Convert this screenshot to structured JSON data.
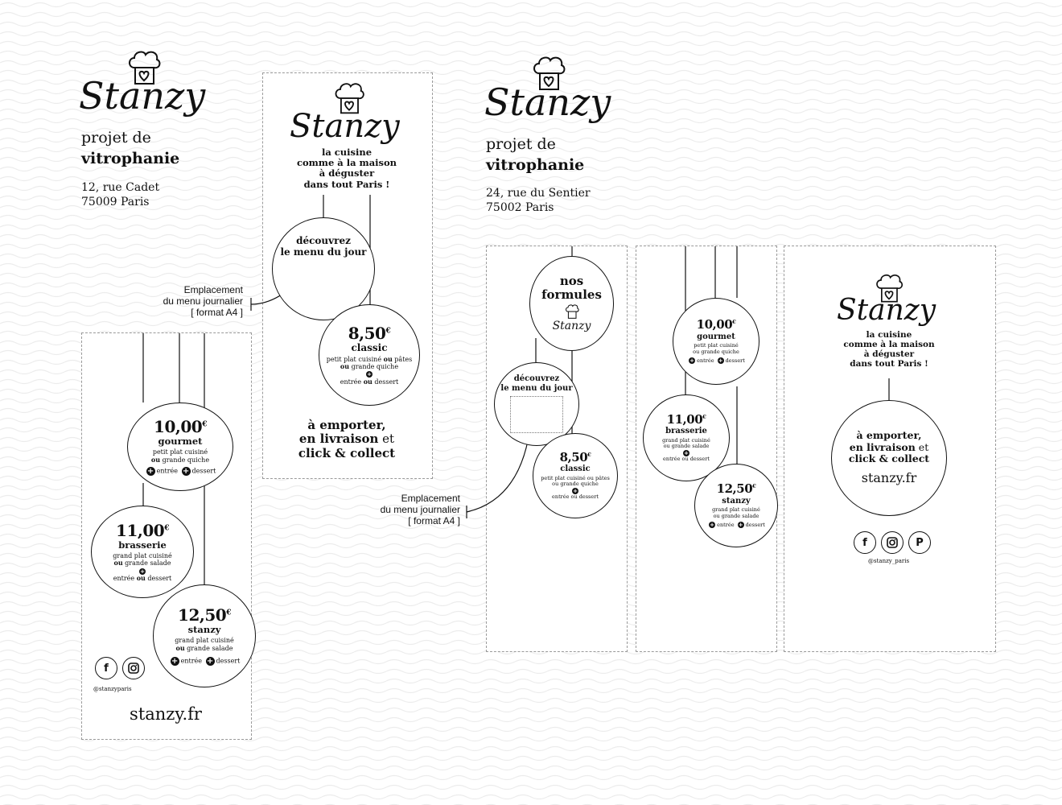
{
  "left_project": {
    "brand": "Stanzy",
    "label": "projet de",
    "title": "vitrophanie",
    "address_1": "12, rue Cadet",
    "address_2": "75009 Paris"
  },
  "right_project": {
    "brand": "Stanzy",
    "label": "projet de",
    "title": "vitrophanie",
    "address_1": "24, rue du Sentier",
    "address_2": "75002 Paris"
  },
  "tall_panel": {
    "brand": "Stanzy",
    "tagline_1": "la cuisine",
    "tagline_2": "comme à la maison",
    "tagline_3": "à déguster",
    "tagline_4": "dans tout Paris !",
    "discover_1": "découvrez",
    "discover_2": "le menu du jour",
    "classic_price": "8,50",
    "classic_name": "classic",
    "classic_desc_1a": "petit plat cuisiné ",
    "classic_desc_1b": "ou",
    "classic_desc_1c": " pâtes",
    "classic_desc_2a": "ou",
    "classic_desc_2b": " grande quiche",
    "classic_extra_a": "entrée ",
    "classic_extra_b": "ou",
    "classic_extra_c": " dessert",
    "footer_1": "à emporter,",
    "footer_2a": "en livraison",
    "footer_2b": " et",
    "footer_3": "click & collect"
  },
  "left_bottom_panel": {
    "gourmet_price": "10,00",
    "gourmet_name": "gourmet",
    "gourmet_desc_1": "petit plat cuisiné",
    "gourmet_desc_2a": "ou",
    "gourmet_desc_2b": " grande quiche",
    "gourmet_extra_a": "entrée",
    "gourmet_extra_b": "dessert",
    "brasserie_price": "11,00",
    "brasserie_name": "brasserie",
    "brasserie_desc_1": "grand plat cuisiné",
    "brasserie_desc_2a": "ou",
    "brasserie_desc_2b": " grande salade",
    "brasserie_extra_a": "entrée ",
    "brasserie_extra_b": "ou",
    "brasserie_extra_c": " dessert",
    "stanzy_price": "12,50",
    "stanzy_name": "stanzy",
    "stanzy_desc_1": "grand plat cuisiné",
    "stanzy_desc_2a": "ou",
    "stanzy_desc_2b": " grande salade",
    "stanzy_extra_a": "entrée",
    "stanzy_extra_b": "dessert",
    "handle": "@stanzyparis",
    "website": "stanzy.fr"
  },
  "right_panel_1": {
    "formules_1": "nos",
    "formules_2": "formules",
    "formules_brand": "Stanzy",
    "discover_1": "découvrez",
    "discover_2": "le menu du jour",
    "classic_price": "8,50",
    "classic_name": "classic",
    "classic_desc_1": "petit plat cuisiné ou pâtes",
    "classic_desc_2": "ou grande quiche",
    "classic_extra": "entrée ou dessert"
  },
  "right_panel_2": {
    "gourmet_price": "10,00",
    "gourmet_name": "gourmet",
    "gourmet_desc_1": "petit plat cuisiné",
    "gourmet_desc_2": "ou grande quiche",
    "gourmet_extra_a": "entrée",
    "gourmet_extra_b": "dessert",
    "brasserie_price": "11,00",
    "brasserie_name": "brasserie",
    "brasserie_desc_1": "grand plat cuisiné",
    "brasserie_desc_2": "ou grande salade",
    "brasserie_extra": "entrée ou dessert",
    "stanzy_price": "12,50",
    "stanzy_name": "stanzy",
    "stanzy_desc_1": "grand plat cuisiné",
    "stanzy_desc_2": "ou grande salade",
    "stanzy_extra_a": "entrée",
    "stanzy_extra_b": "dessert"
  },
  "right_panel_3": {
    "brand": "Stanzy",
    "tagline_1": "la cuisine",
    "tagline_2": "comme à la maison",
    "tagline_3": "à déguster",
    "tagline_4": "dans tout Paris !",
    "footer_1": "à emporter,",
    "footer_2a": "en livraison",
    "footer_2b": " et",
    "footer_3": "click & collect",
    "website": "stanzy.fr",
    "handle": "@stanzy_paris"
  },
  "annotations": {
    "menu_note_1": "Emplacement",
    "menu_note_2": "du menu journalier",
    "menu_note_3": "[ format A4 ]"
  },
  "icons": {
    "chef_hat": "chef-hat-heart-icon",
    "facebook": "facebook-icon",
    "instagram": "instagram-icon",
    "pinterest": "pinterest-icon",
    "plus": "plus-icon"
  },
  "colors": {
    "ink": "#111111",
    "panel_border": "#9a9a9a",
    "wave_pattern": "#ececec"
  }
}
